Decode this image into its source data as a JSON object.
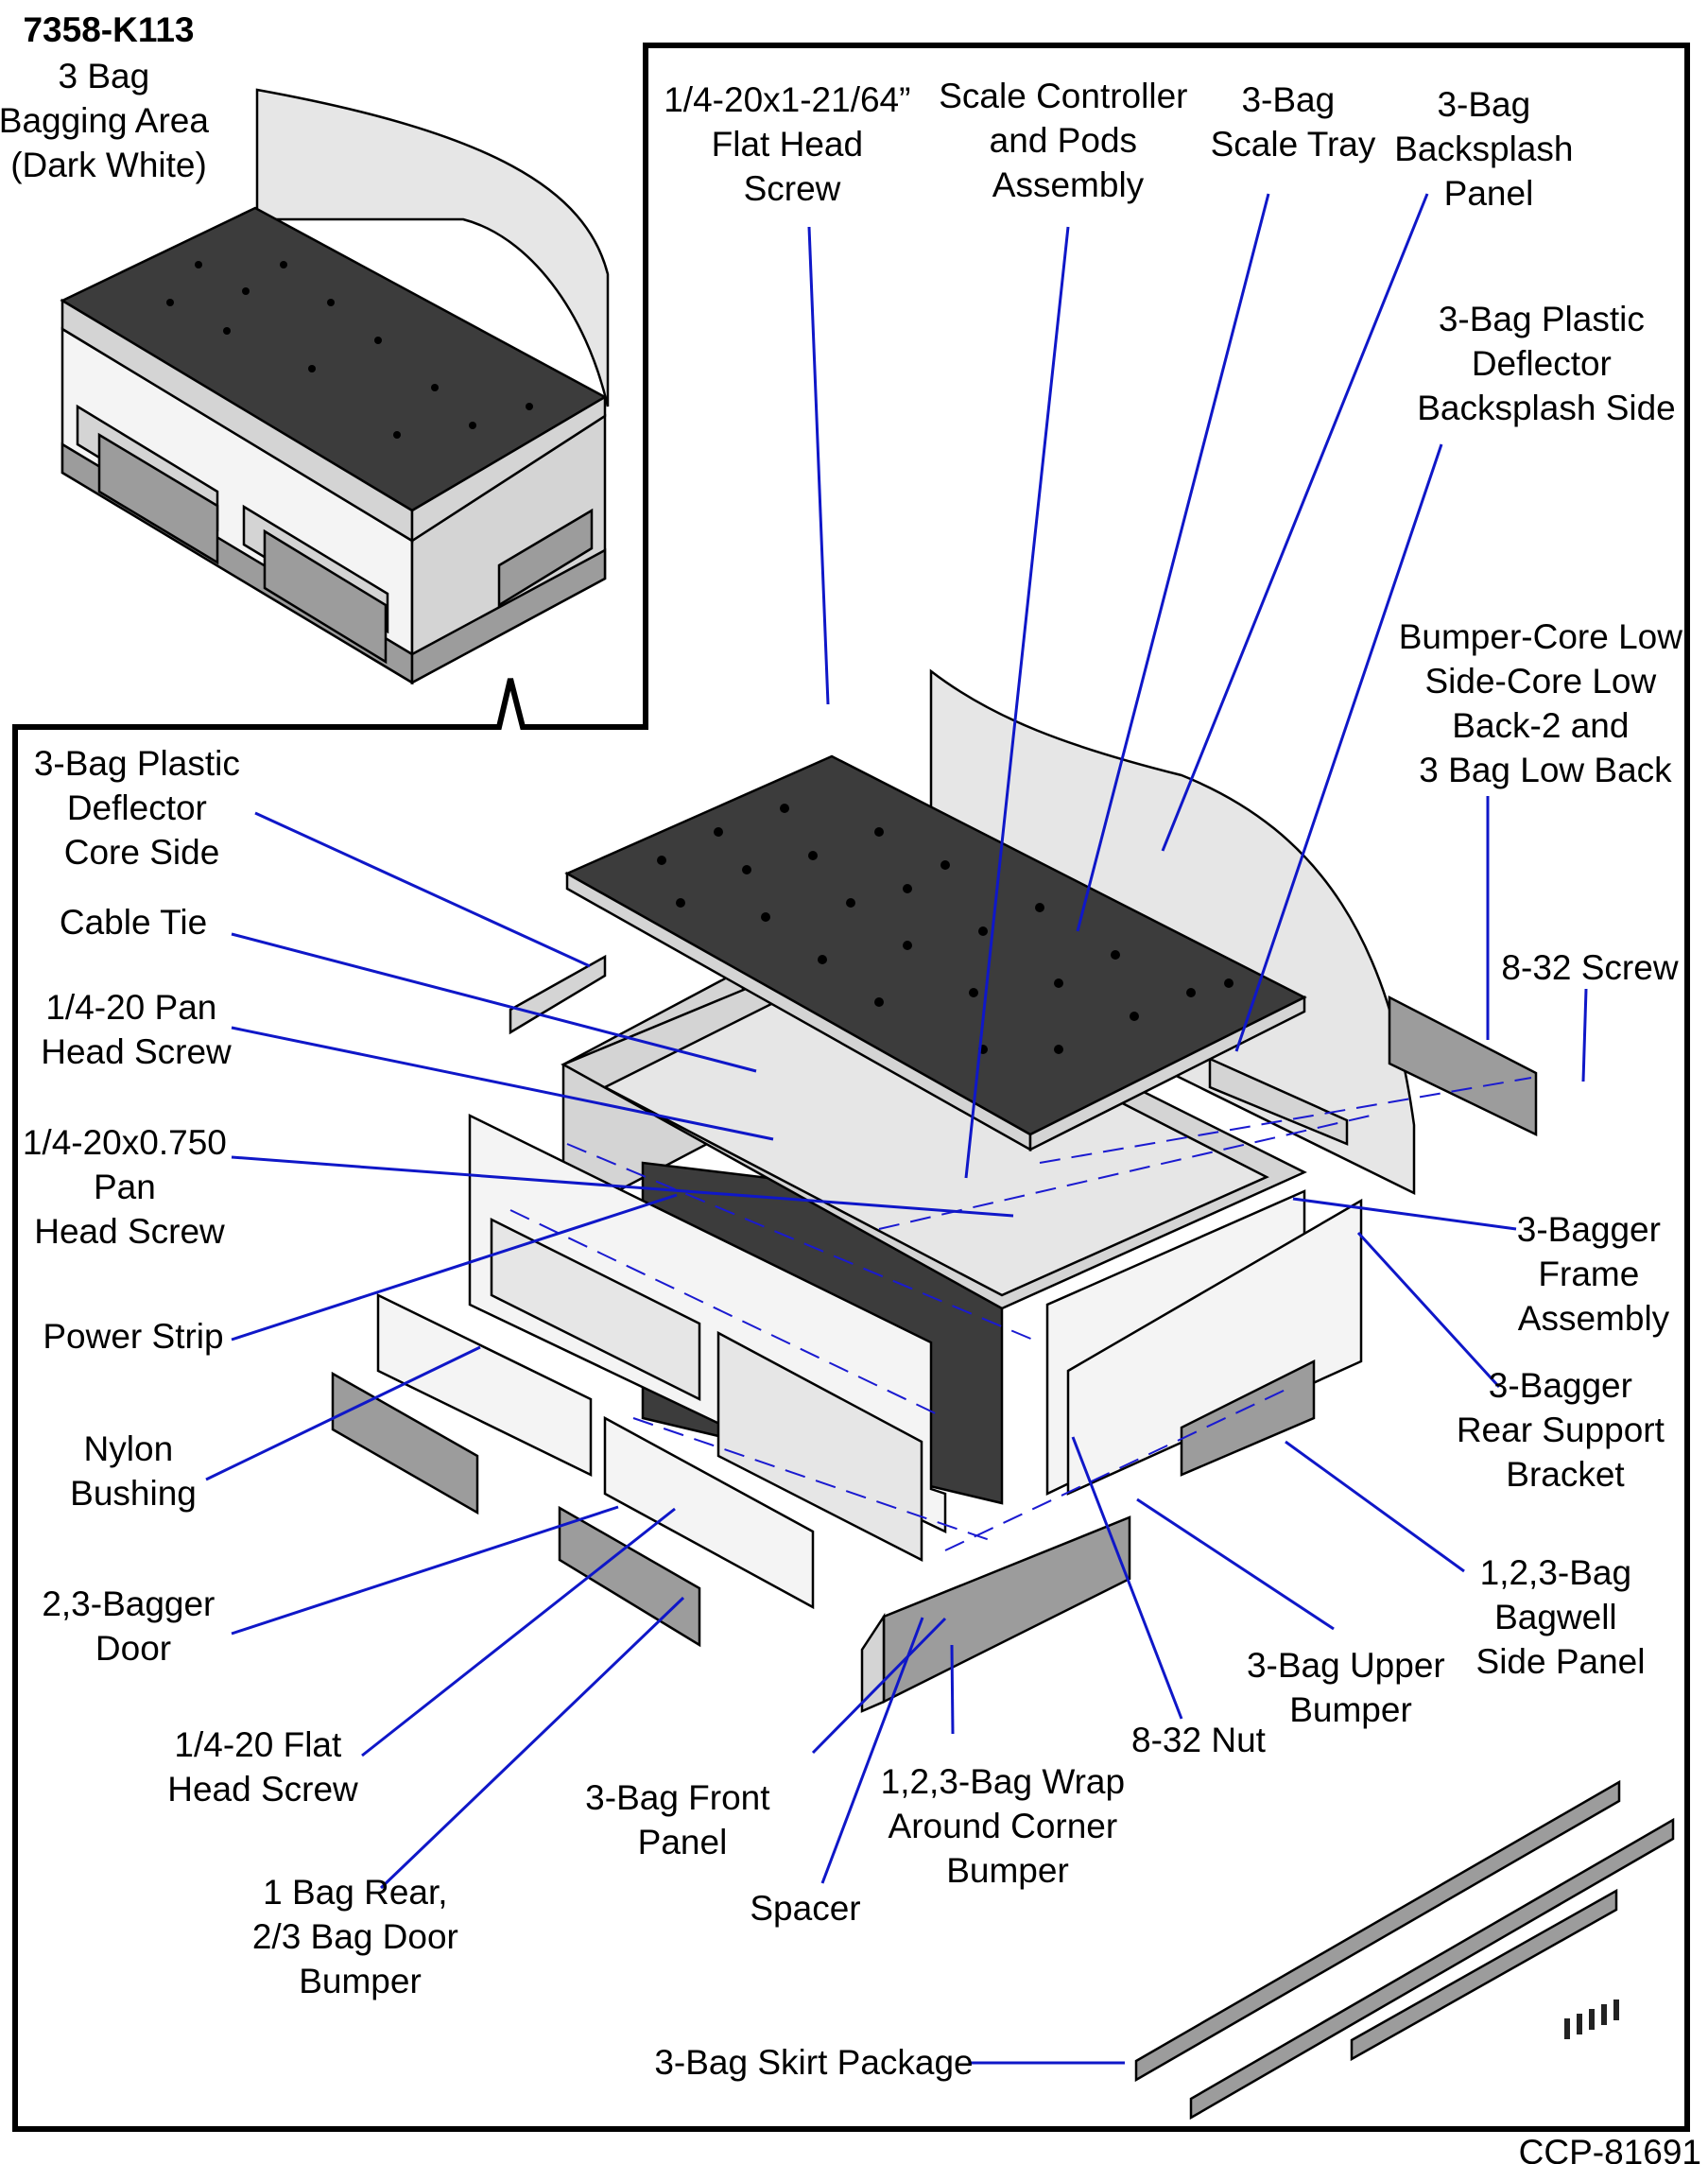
{
  "title": {
    "part_number": "7358-K113",
    "description": [
      "3 Bag",
      "Bagging Area",
      "(Dark White)"
    ]
  },
  "footer": {
    "drawing_id": "CCP-81691"
  },
  "callouts": {
    "flat_head_screw_top": [
      "1/4-20x1-21/64”",
      "Flat Head",
      "Screw"
    ],
    "scale_controller": [
      "Scale Controller",
      "and Pods",
      "Assembly"
    ],
    "scale_tray": [
      "3-Bag",
      "Scale Tray"
    ],
    "backsplash_panel": [
      "3-Bag",
      "Backsplash",
      "Panel"
    ],
    "deflector_backsplash": [
      "3-Bag Plastic",
      "Deflector",
      "Backsplash Side"
    ],
    "bumper_core": [
      "Bumper-Core Low",
      "Side-Core Low",
      "Back-2 and",
      "3 Bag Low Back"
    ],
    "screw_832": [
      "8-32 Screw"
    ],
    "frame_assembly": [
      "3-Bagger",
      "Frame",
      "Assembly"
    ],
    "rear_support": [
      "3-Bagger",
      "Rear Support",
      "Bracket"
    ],
    "bagwell_side": [
      "1,2,3-Bag",
      "Bagwell",
      "Side Panel"
    ],
    "upper_bumper": [
      "3-Bag Upper",
      "Bumper"
    ],
    "nut_832": [
      "8-32 Nut"
    ],
    "wrap_corner": [
      "1,2,3-Bag Wrap",
      "Around Corner",
      "Bumper"
    ],
    "spacer": [
      "Spacer"
    ],
    "front_panel": [
      "3-Bag Front",
      "Panel"
    ],
    "door_bumper": [
      "1 Bag Rear,",
      "2/3 Bag Door",
      "Bumper"
    ],
    "flat_head_screw": [
      "1/4-20 Flat",
      "Head Screw"
    ],
    "bagger_door": [
      "2,3-Bagger",
      "Door"
    ],
    "nylon_bushing": [
      "Nylon",
      "Bushing"
    ],
    "power_strip": [
      "Power Strip"
    ],
    "pan_head_0750": [
      "1/4-20x0.750",
      "Pan",
      "Head Screw"
    ],
    "pan_head": [
      "1/4-20 Pan",
      "Head Screw"
    ],
    "cable_tie": [
      "Cable Tie"
    ],
    "deflector_core": [
      "3-Bag Plastic",
      "Deflector",
      "Core Side"
    ],
    "skirt_package": [
      "3-Bag Skirt Package"
    ]
  }
}
